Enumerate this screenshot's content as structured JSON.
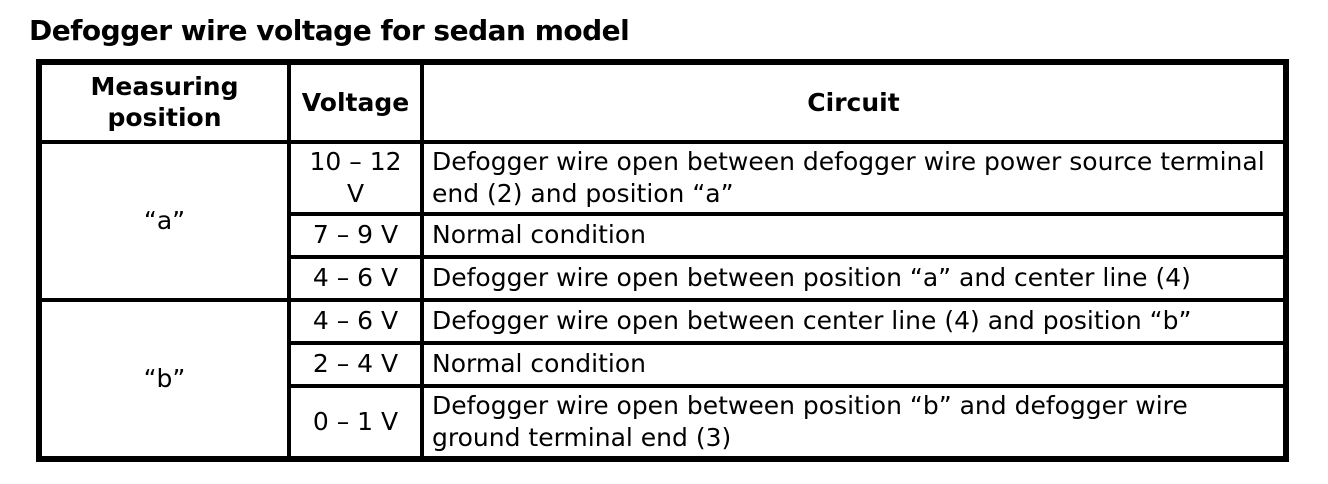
{
  "title": "Defogger wire voltage for sedan model",
  "table": {
    "headers": {
      "position": "Measuring position",
      "voltage": "Voltage",
      "circuit": "Circuit"
    },
    "groups": [
      {
        "position": "“a”",
        "rows": [
          {
            "voltage": "10 – 12 V",
            "circuit": "Defogger wire open between defogger wire power source terminal end (2) and position “a”"
          },
          {
            "voltage": "7 – 9 V",
            "circuit": "Normal condition"
          },
          {
            "voltage": "4 – 6 V",
            "circuit": "Defogger wire open between position “a” and center line (4)"
          }
        ]
      },
      {
        "position": "“b”",
        "rows": [
          {
            "voltage": "4 – 6 V",
            "circuit": "Defogger wire open between center line (4) and position “b”"
          },
          {
            "voltage": "2 – 4 V",
            "circuit": "Normal condition"
          },
          {
            "voltage": "0 – 1 V",
            "circuit": "Defogger wire open between position “b” and defogger wire ground terminal end (3)"
          }
        ]
      }
    ]
  }
}
